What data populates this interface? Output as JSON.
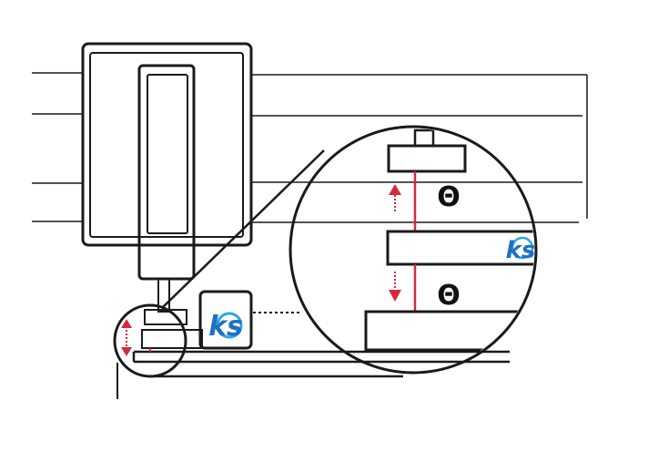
{
  "diagram": {
    "direction_label_upper": "Θ",
    "direction_label_lower": "Θ",
    "logo_text_small": "ks",
    "logo_text_large": "ks"
  },
  "colors": {
    "line": "#1a1a1a",
    "arrow": "#d42a3c",
    "logo_blue": "#1f6fc5",
    "logo_cyan": "#27a9e1"
  },
  "icons": {
    "brand_logo": "ks-logo-icon",
    "motion_up": "dotted-arrow-up-icon",
    "motion_down": "dotted-arrow-down-icon"
  }
}
